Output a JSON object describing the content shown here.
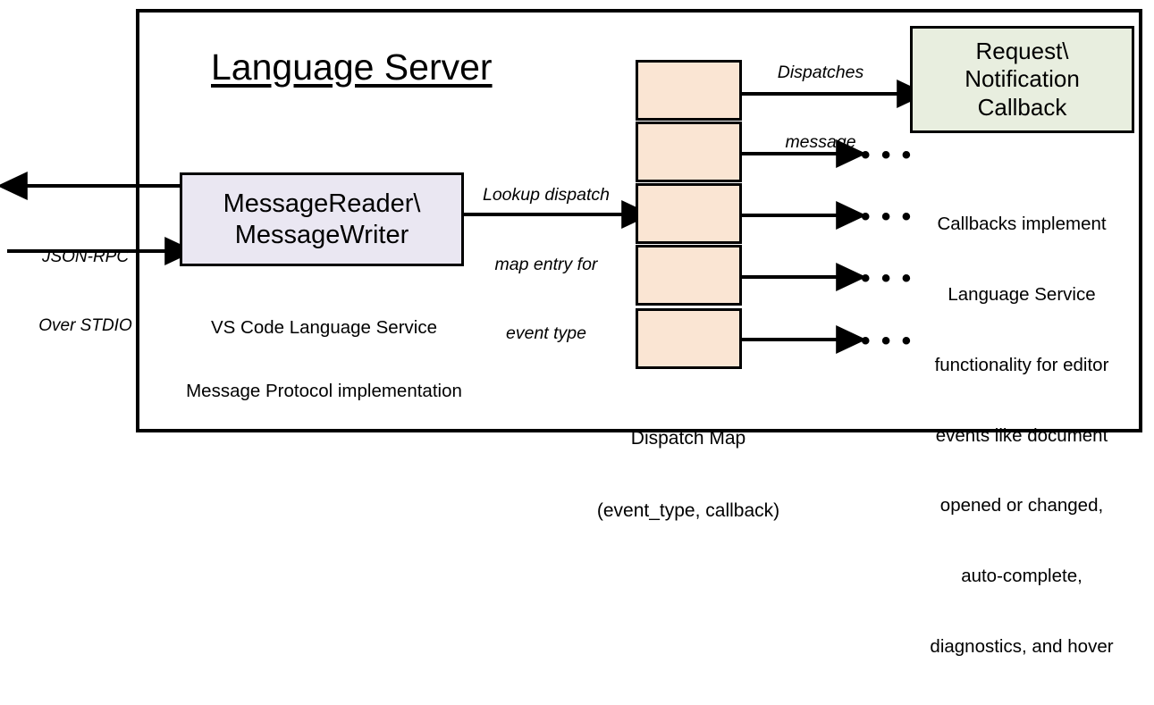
{
  "diagram": {
    "title": "Language Server",
    "outer_frame": {
      "label": "language-server-boundary"
    },
    "left_channel": {
      "label_line1": "JSON-RPC",
      "label_line2": "Over STDIO",
      "outbound_arrow": "arrow-left-out",
      "inbound_arrow": "arrow-right-in"
    },
    "reader_writer": {
      "line1": "MessageReader\\",
      "line2": "MessageWriter",
      "caption_line1": "VS Code Language Service",
      "caption_line2": "Message Protocol implementation",
      "fill": "#EAE7F2"
    },
    "lookup_edge": {
      "line1": "Lookup dispatch",
      "line2": "map entry for",
      "line3": "event type"
    },
    "dispatch_map": {
      "caption_line1": "Dispatch Map",
      "caption_line2": "(event_type, callback)",
      "fill": "#FAE5D3",
      "cell_count": 5,
      "cells": [
        {
          "index": 0,
          "marker": "callback-dot",
          "out_target": "request-notification-callback"
        },
        {
          "index": 1,
          "marker": "callback-dot",
          "out_target": "ellipsis"
        },
        {
          "index": 2,
          "marker": "callback-dot",
          "out_target": "ellipsis"
        },
        {
          "index": 3,
          "marker": "callback-dot",
          "out_target": "ellipsis"
        },
        {
          "index": 4,
          "marker": "callback-dot",
          "out_target": "ellipsis"
        }
      ],
      "ellipsis_glyph": "• • •"
    },
    "dispatch_edge": {
      "line1": "Dispatches",
      "line2": "message"
    },
    "callback": {
      "line1": "Request\\",
      "line2": "Notification",
      "line3": "Callback",
      "fill": "#E8EEDF",
      "caption_line1": "Callbacks implement",
      "caption_line2": "Language Service",
      "caption_line3": "functionality for editor",
      "caption_line4": "events like document",
      "caption_line5": "opened or changed,",
      "caption_line6": "auto-complete,",
      "caption_line7": "diagnostics, and hover"
    }
  }
}
